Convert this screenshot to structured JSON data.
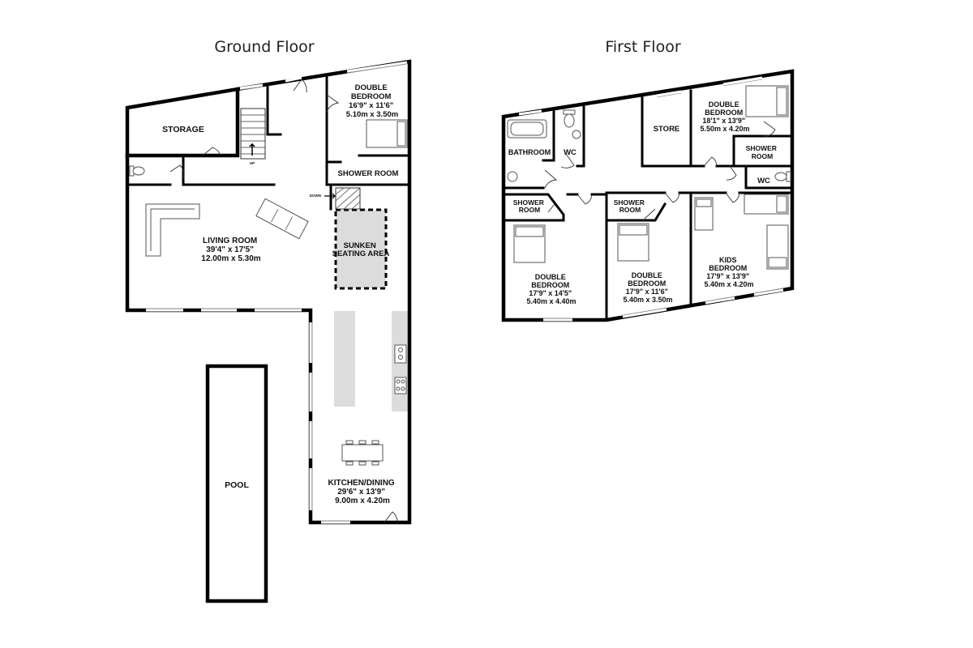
{
  "floors": [
    {
      "title": "Ground Floor",
      "rooms": [
        {
          "id": "storage",
          "lines": [
            "STORAGE"
          ]
        },
        {
          "id": "double-bedroom",
          "lines": [
            "DOUBLE",
            "BEDROOM",
            "16'9\"  x 11'6\"",
            "5.10m  x 3.50m"
          ]
        },
        {
          "id": "shower-room",
          "lines": [
            "SHOWER ROOM"
          ]
        },
        {
          "id": "living-room",
          "lines": [
            "LIVING ROOM",
            "39'4\"  x 17'5\"",
            "12.00m  x 5.30m"
          ]
        },
        {
          "id": "sunken-seating",
          "lines": [
            "SUNKEN",
            "SEATING AREA"
          ]
        },
        {
          "id": "kitchen-dining",
          "lines": [
            "KITCHEN/DINING",
            "29'6\"  x 13'9\"",
            "9.00m  x 4.20m"
          ]
        },
        {
          "id": "pool",
          "lines": [
            "POOL"
          ]
        }
      ],
      "stair_labels": {
        "up": "UP",
        "down": "DOWN"
      }
    },
    {
      "title": "First Floor",
      "rooms": [
        {
          "id": "bathroom",
          "lines": [
            "BATHROOM"
          ]
        },
        {
          "id": "wc-1",
          "lines": [
            "WC"
          ]
        },
        {
          "id": "store",
          "lines": [
            "STORE"
          ]
        },
        {
          "id": "double-bedroom-1",
          "lines": [
            "DOUBLE",
            "BEDROOM",
            "18'1\"  x 13'9\"",
            "5.50m  x 4.20m"
          ]
        },
        {
          "id": "shower-room-1",
          "lines": [
            "SHOWER",
            "ROOM"
          ]
        },
        {
          "id": "wc-2",
          "lines": [
            "WC"
          ]
        },
        {
          "id": "shower-room-2",
          "lines": [
            "SHOWER",
            "ROOM"
          ]
        },
        {
          "id": "shower-room-3",
          "lines": [
            "SHOWER",
            "ROOM"
          ]
        },
        {
          "id": "double-bedroom-2",
          "lines": [
            "DOUBLE",
            "BEDROOM",
            "17'9\"  x 14'5\"",
            "5.40m  x 4.40m"
          ]
        },
        {
          "id": "double-bedroom-3",
          "lines": [
            "DOUBLE",
            "BEDROOM",
            "17'9\"  x 11'6\"",
            "5.40m  x 3.50m"
          ]
        },
        {
          "id": "kids-bedroom",
          "lines": [
            "KIDS",
            "BEDROOM",
            "17'9\"  x 13'9\"",
            "5.40m  x 4.20m"
          ]
        }
      ]
    }
  ]
}
